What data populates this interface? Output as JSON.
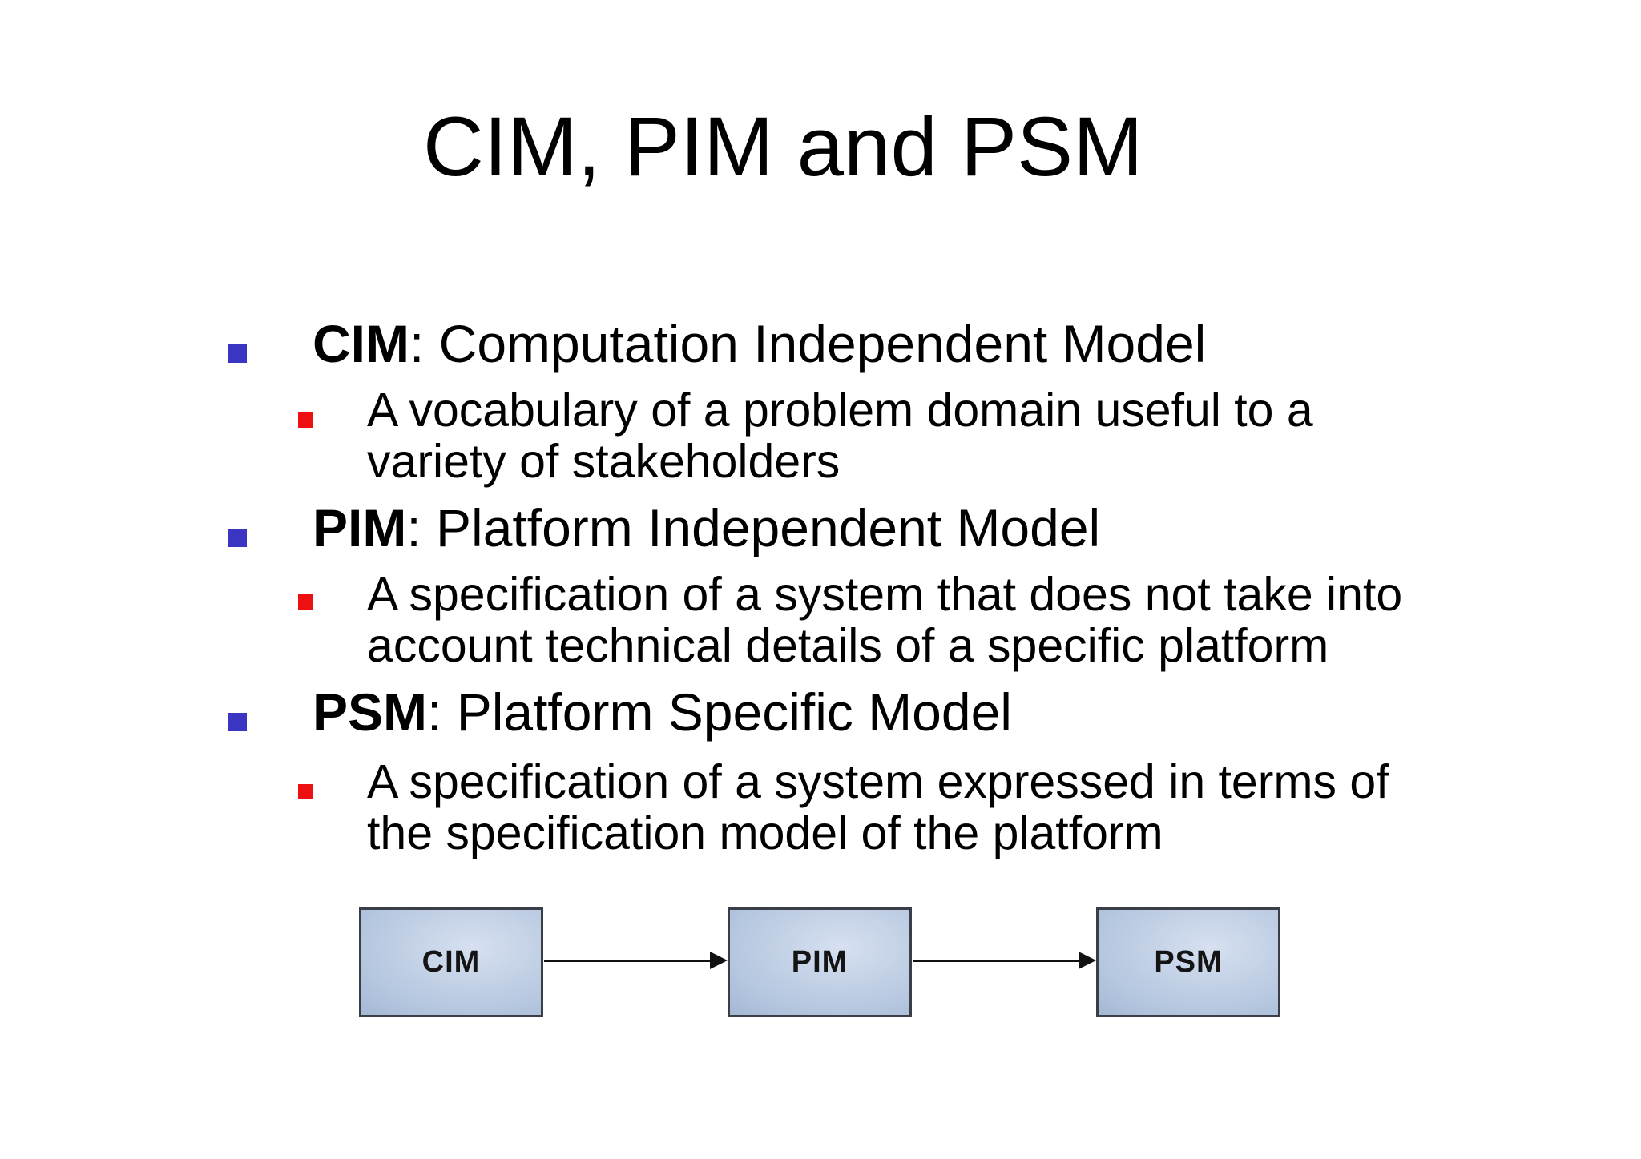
{
  "slide": {
    "title": "CIM, PIM and PSM",
    "bullets": [
      {
        "term": "CIM",
        "rest": ": Computation Independent Model",
        "sub_lines": [
          "A vocabulary of a problem domain useful to a",
          "variety of stakeholders"
        ]
      },
      {
        "term": "PIM",
        "rest": ": Platform Independent Model",
        "sub_lines": [
          "A specification of a system that does not take into",
          "account technical details of a specific platform"
        ]
      },
      {
        "term": "PSM",
        "rest": ": Platform Specific Model",
        "sub_lines": [
          "A specification of a system expressed in terms of",
          "the specification model of the platform"
        ]
      }
    ],
    "diagram": {
      "nodes": [
        {
          "label": "CIM"
        },
        {
          "label": "PIM"
        },
        {
          "label": "PSM"
        }
      ]
    },
    "colors": {
      "level1_bullet": "#3a35c2",
      "level2_bullet": "#ee1010",
      "text": "#000000",
      "box_border": "#3a3f47",
      "box_gradient_light": "#d6e0f0",
      "box_gradient_dark": "#8da3c3",
      "arrow": "#111111"
    }
  }
}
